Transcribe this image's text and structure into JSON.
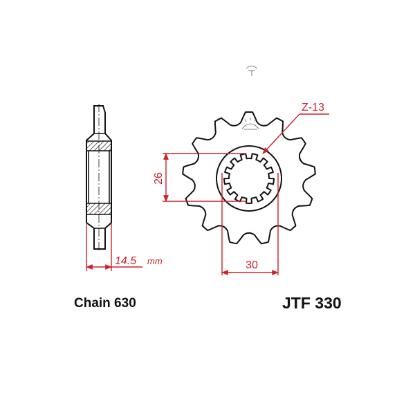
{
  "captions": {
    "chain": "Chain 630",
    "part_number": "JTF 330"
  },
  "dimensions": {
    "width_value": "14.5",
    "width_unit": "mm",
    "bore_height": "26",
    "spline_diameter": "30",
    "teeth": "Z-13"
  },
  "sprocket": {
    "teeth_count": 13,
    "spline_count": 13
  },
  "colors": {
    "outline": "#111111",
    "dimension": "#d0202a",
    "hatch": "#222222"
  }
}
